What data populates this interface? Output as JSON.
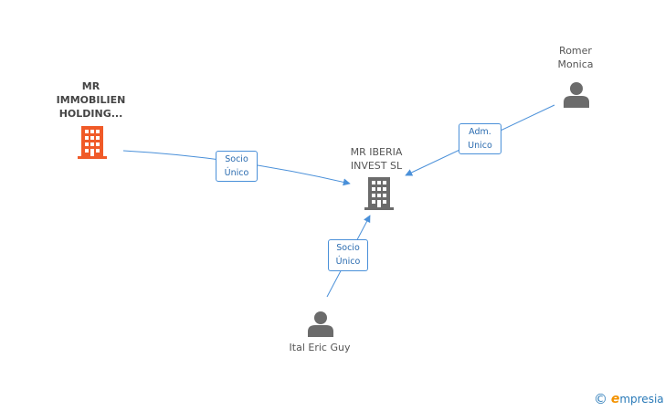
{
  "nodes": {
    "mr_immobilien": {
      "lines": [
        "MR",
        "IMMOBILIEN",
        "HOLDING..."
      ],
      "icon": "building-icon",
      "color": "#f05a28"
    },
    "mr_iberia": {
      "lines": [
        "MR IBERIA",
        "INVEST SL"
      ],
      "icon": "building-icon",
      "color": "#6b6b6b"
    },
    "romer_monica": {
      "lines": [
        "Romer",
        "Monica"
      ],
      "icon": "person-icon",
      "color": "#6b6b6b"
    },
    "ital_eric_guy": {
      "lines": [
        "Ital Eric Guy"
      ],
      "icon": "person-icon",
      "color": "#6b6b6b"
    }
  },
  "edges": {
    "immobilien_to_iberia": {
      "lines": [
        "Socio",
        "Único"
      ]
    },
    "romer_to_iberia": {
      "lines": [
        "Adm.",
        "Unico"
      ]
    },
    "ital_to_iberia": {
      "lines": [
        "Socio",
        "Único"
      ]
    }
  },
  "colors": {
    "edge": "#4a90d9",
    "edge_label_text": "#2b6cb0"
  },
  "brand": {
    "copyright": "©",
    "initial": "e",
    "rest": "mpresia"
  }
}
